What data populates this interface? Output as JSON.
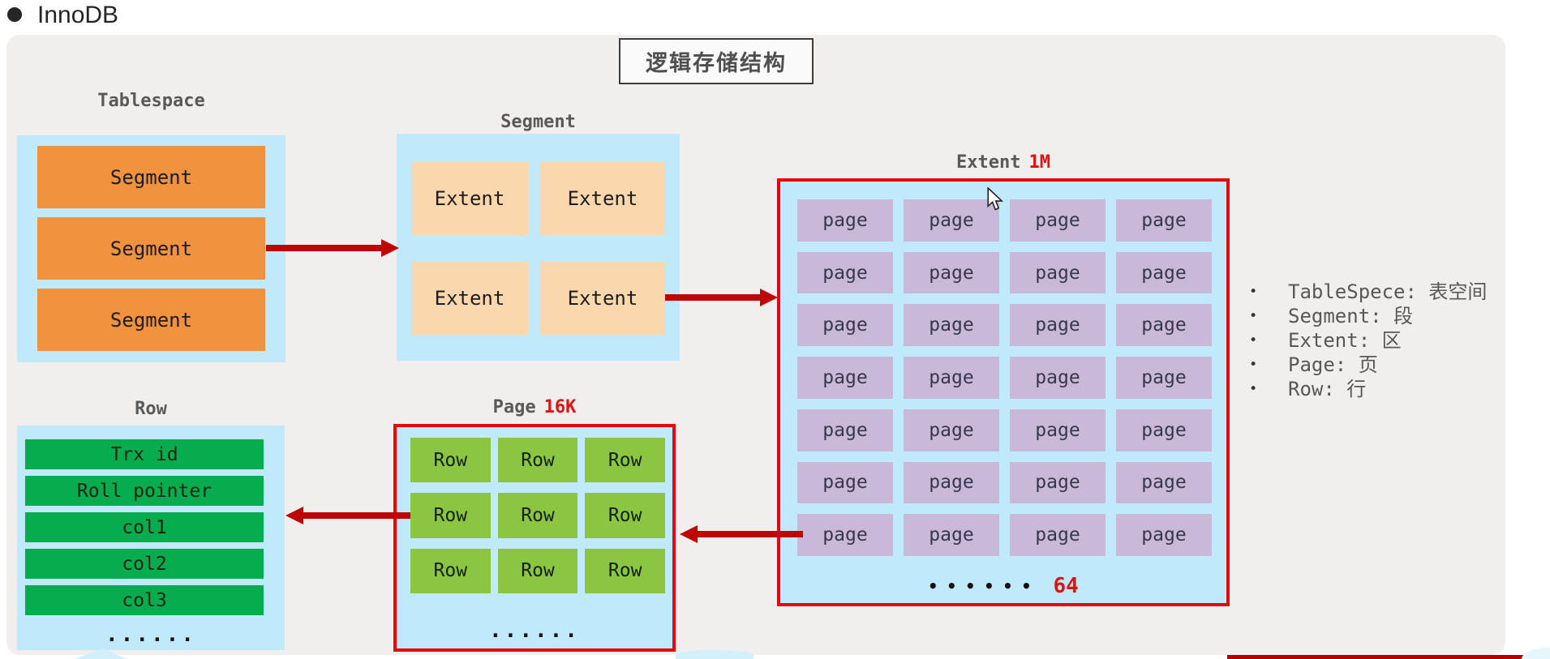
{
  "page": {
    "bullet_title": "InnoDB",
    "diagram_title": "逻辑存储结构"
  },
  "tablespace": {
    "label": "Tablespace",
    "segments": [
      "Segment",
      "Segment",
      "Segment"
    ]
  },
  "segment": {
    "label": "Segment",
    "extents": [
      "Extent",
      "Extent",
      "Extent",
      "Extent"
    ]
  },
  "extent": {
    "label": "Extent",
    "size_badge": "1M",
    "grid_rows": 7,
    "grid_cols": 4,
    "cell_label": "page",
    "ellipsis_dots": "••••••",
    "page_count": "64"
  },
  "page_box": {
    "label": "Page",
    "size_badge": "16K",
    "grid_rows": 3,
    "grid_cols": 3,
    "cell_label": "Row",
    "ellipsis": "......"
  },
  "row_box": {
    "label": "Row",
    "fields": [
      "Trx id",
      "Roll pointer",
      "col1",
      "col2",
      "col3"
    ],
    "ellipsis": "......"
  },
  "legend": {
    "bullet": "•",
    "items": [
      "TableSpece: 表空间",
      "Segment: 段",
      "Extent: 区",
      "Page: 页",
      "Row: 行"
    ]
  },
  "colors": {
    "panel-bg": "#f0efed",
    "container-blue": "#c0eafb",
    "segment-orange": "#f0923e",
    "extent-peach": "#fbd7ae",
    "page-purple": "#c9b8d7",
    "row-green": "#07ac4f",
    "pagerow-green": "#8cc542",
    "arrow-red": "#bf0606",
    "border-red": "#e60808",
    "accent-red": "#e01212",
    "label-gray": "#595959"
  }
}
